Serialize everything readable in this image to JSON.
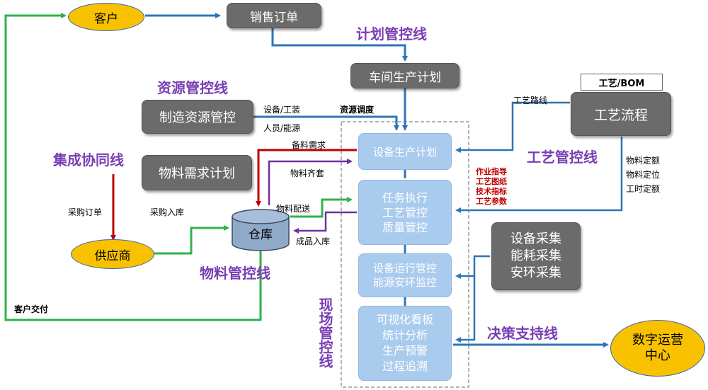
{
  "nodes": {
    "customer": "客户",
    "sales_order": "销售订单",
    "workshop_plan": "车间生产计划",
    "resource_control": "制造资源管控",
    "material_plan": "物料需求计划",
    "supplier": "供应商",
    "warehouse": "仓库",
    "equipment_plan": "设备生产计划",
    "task_exec": [
      "任务执行",
      "工艺管控",
      "质量管控"
    ],
    "equip_ops": [
      "设备运行管控",
      "能源安环监控"
    ],
    "dashboard": [
      "可视化看板",
      "统计分析",
      "生产预警",
      "过程追溯"
    ],
    "process_flow": "工艺流程",
    "process_bom_label": "工艺/BOM",
    "collection": [
      "设备采集",
      "能耗采集",
      "安环采集"
    ],
    "digital_center": [
      "数字运营",
      "中心"
    ]
  },
  "lines": {
    "plan": "计划管控线",
    "resource": "资源管控线",
    "integration": "集成协同线",
    "material": "物料管控线",
    "process": "工艺管控线",
    "decision": "决策支持线",
    "site": "现场管控线"
  },
  "labels": {
    "equipment_tooling": "设备/工装",
    "personnel_energy": "人员/能源",
    "resource_dispatch": "资源调度",
    "prep_demand": "备料需求",
    "material_kit": "物料齐套",
    "material_delivery": "物料配送",
    "finished_storage": "成品入库",
    "purchase_order": "采购订单",
    "purchase_storage": "采购入库",
    "customer_delivery": "客户交付",
    "process_route": "工艺路线",
    "material_quota": "物料定额",
    "material_position": "物料定位",
    "work_hour_quota": "工时定额",
    "red_notes": [
      "作业指导",
      "工艺图纸",
      "技术指标",
      "工艺参数"
    ]
  },
  "colors": {
    "blue_line": "#2e75b6",
    "green_line": "#2fb34a",
    "red_line": "#c00000",
    "purple_line": "#7030a0",
    "title_purple": "#7a3fb4"
  }
}
